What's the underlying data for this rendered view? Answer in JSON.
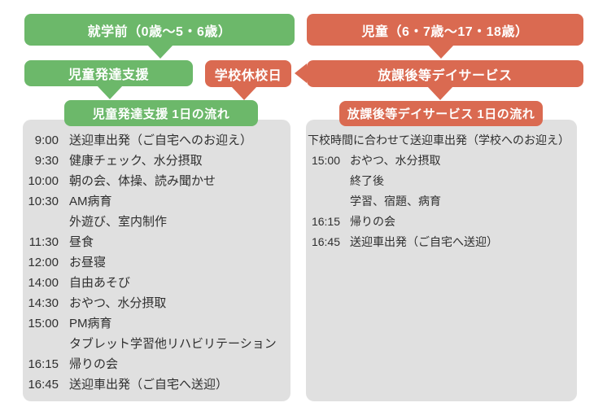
{
  "colors": {
    "green": "#6cb86a",
    "red": "#da6a51",
    "panel_gray": "#e0e0e0",
    "text": "#2f2f2f",
    "box_text": "#ffffff"
  },
  "flow": {
    "preschool": "就学前（0歳〜5・6歳）",
    "school_age": "児童（6・7歳〜17・18歳）",
    "child_dev_support": "児童発達支援",
    "school_holiday": "学校休校日",
    "afterschool_dayservice": "放課後等デイサービス",
    "child_dev_flow_title": "児童発達支援 1日の流れ",
    "afterschool_flow_title": "放課後等デイサービス 1日の流れ"
  },
  "child_dev_schedule": {
    "rows": [
      {
        "time": "9:00",
        "activity": "送迎車出発（ご自宅へのお迎え）"
      },
      {
        "time": "9:30",
        "activity": "健康チェック、水分摂取"
      },
      {
        "time": "10:00",
        "activity": "朝の会、体操、読み聞かせ"
      },
      {
        "time": "10:30",
        "activity": "AM病育"
      },
      {
        "time": "",
        "activity": "外遊び、室内制作"
      },
      {
        "time": "11:30",
        "activity": "昼食"
      },
      {
        "time": "12:00",
        "activity": "お昼寝"
      },
      {
        "time": "14:00",
        "activity": "自由あそび"
      },
      {
        "time": "14:30",
        "activity": "おやつ、水分摂取"
      },
      {
        "time": "15:00",
        "activity": "PM病育"
      },
      {
        "time": "",
        "activity": "タブレット学習他リハビリテーション"
      },
      {
        "time": "16:15",
        "activity": "帰りの会"
      },
      {
        "time": "16:45",
        "activity": "送迎車出発（ご自宅へ送迎）"
      }
    ]
  },
  "afterschool_schedule": {
    "intro": "下校時間に合わせて送迎車出発（学校へのお迎え）",
    "rows": [
      {
        "time": "15:00",
        "activity": "おやつ、水分摂取"
      },
      {
        "time": "",
        "activity": "終了後"
      },
      {
        "time": "",
        "activity": "学習、宿題、病育"
      },
      {
        "time": "16:15",
        "activity": "帰りの会"
      },
      {
        "time": "16:45",
        "activity": "送迎車出発（ご自宅へ送迎）"
      }
    ]
  }
}
